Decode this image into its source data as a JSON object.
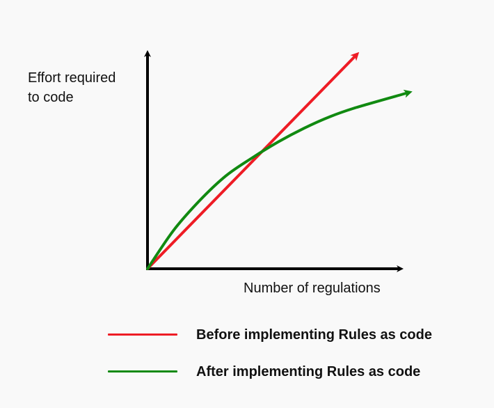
{
  "chart_data": {
    "type": "line",
    "title": "",
    "ylabel_lines": [
      "Effort required",
      "to code"
    ],
    "xlabel": "Number of regulations",
    "xlim": [
      0,
      10
    ],
    "ylim": [
      0,
      10
    ],
    "grid": false,
    "legend_position": "bottom",
    "series": [
      {
        "name": "Before implementing Rules as code",
        "color": "#ee1c25",
        "x": [
          0,
          8
        ],
        "y": [
          0,
          9.9
        ]
      },
      {
        "name": "After implementing Rules as code",
        "color": "#118a11",
        "x": [
          0,
          1,
          2,
          3,
          4,
          5,
          6,
          7,
          8,
          10
        ],
        "y": [
          0,
          1.78,
          3.16,
          4.3,
          5.13,
          5.87,
          6.51,
          7.05,
          7.47,
          8.16
        ]
      }
    ]
  }
}
